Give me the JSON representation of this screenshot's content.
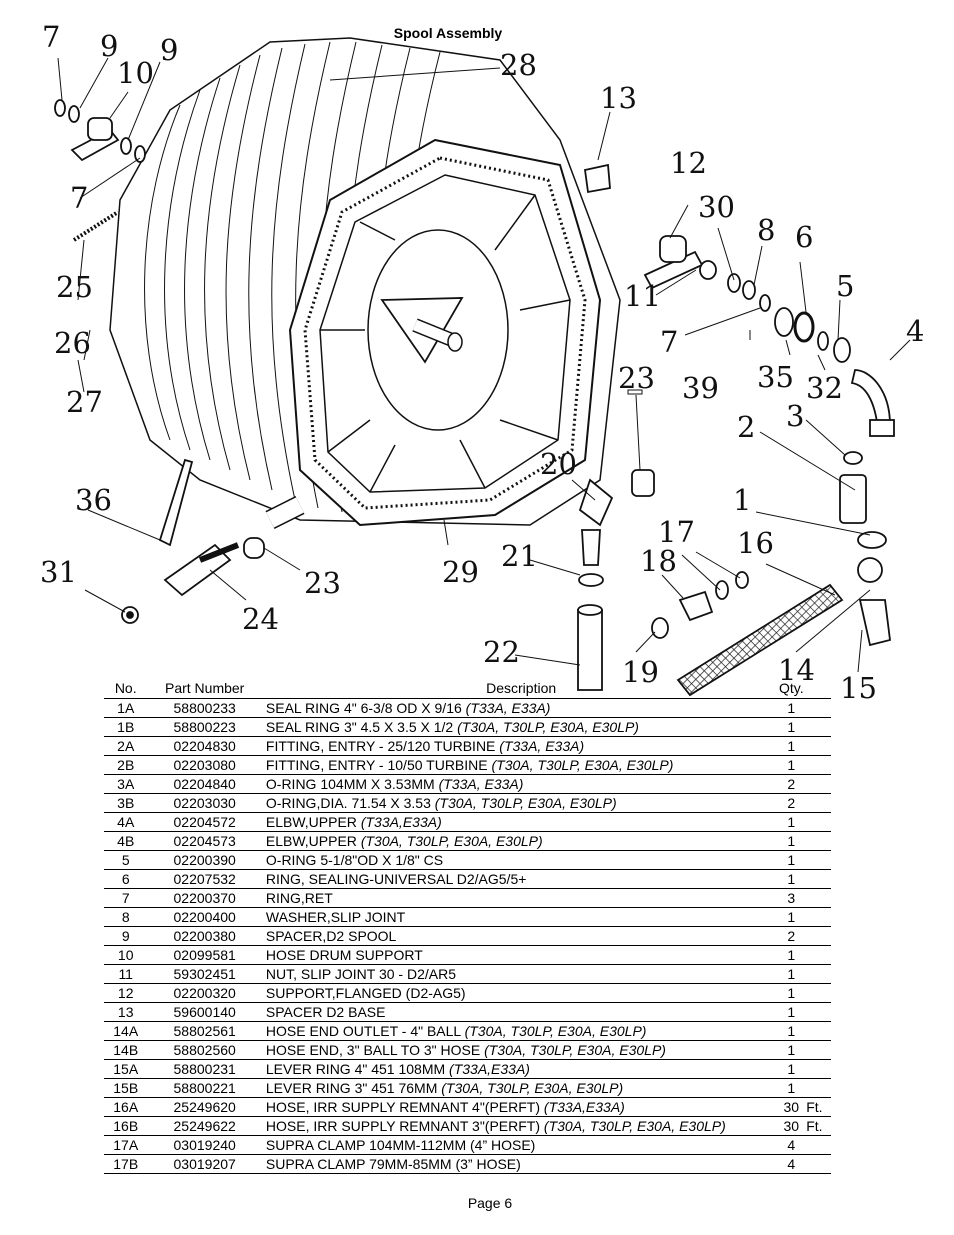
{
  "title": "Spool Assembly",
  "callouts": [
    "7",
    "9",
    "10",
    "9",
    "28",
    "13",
    "12",
    "30",
    "8",
    "6",
    "5",
    "4",
    "11",
    "7",
    "39",
    "35",
    "32",
    "7",
    "25",
    "26",
    "27",
    "23",
    "2",
    "3",
    "36",
    "20",
    "1",
    "17",
    "16",
    "18",
    "21",
    "31",
    "24",
    "23",
    "29",
    "22",
    "19",
    "14",
    "15"
  ],
  "table": {
    "headers": {
      "no": "No.",
      "part": "Part Number",
      "desc": "Description",
      "qty": "Qty."
    },
    "rows": [
      {
        "no": "1A",
        "part": "58800233",
        "desc": "SEAL RING 4\"  6-3/8 OD X 9/16 ",
        "note": "(T33A, E33A)",
        "qty": "1",
        "unit": ""
      },
      {
        "no": "1B",
        "part": "58800223",
        "desc": "SEAL RING 3\"  4.5 X 3.5 X 1/2 ",
        "note": "(T30A, T30LP, E30A, E30LP)",
        "qty": "1",
        "unit": ""
      },
      {
        "no": "2A",
        "part": "02204830",
        "desc": "FITTING, ENTRY - 25/120 TURBINE ",
        "note": "(T33A, E33A)",
        "qty": "1",
        "unit": ""
      },
      {
        "no": "2B",
        "part": "02203080",
        "desc": "FITTING, ENTRY - 10/50 TURBINE ",
        "note": "(T30A, T30LP, E30A, E30LP)",
        "qty": "1",
        "unit": ""
      },
      {
        "no": "3A",
        "part": "02204840",
        "desc": "O-RING 104MM X 3.53MM ",
        "note": "(T33A, E33A)",
        "qty": "2",
        "unit": ""
      },
      {
        "no": "3B",
        "part": "02203030",
        "desc": "O-RING,DIA. 71.54 X 3.53 ",
        "note": "(T30A, T30LP, E30A, E30LP)",
        "qty": "2",
        "unit": ""
      },
      {
        "no": "4A",
        "part": "02204572",
        "desc": "ELBW,UPPER ",
        "note": "(T33A,E33A)",
        "qty": "1",
        "unit": ""
      },
      {
        "no": "4B",
        "part": "02204573",
        "desc": "ELBW,UPPER ",
        "note": "(T30A, T30LP, E30A, E30LP)",
        "qty": "1",
        "unit": ""
      },
      {
        "no": "5",
        "part": "02200390",
        "desc": "O-RING 5-1/8\"OD X 1/8\" CS",
        "note": "",
        "qty": "1",
        "unit": ""
      },
      {
        "no": "6",
        "part": "02207532",
        "desc": "RING, SEALING-UNIVERSAL D2/AG5/5+",
        "note": "",
        "qty": "1",
        "unit": ""
      },
      {
        "no": "7",
        "part": "02200370",
        "desc": "RING,RET",
        "note": "",
        "qty": "3",
        "unit": ""
      },
      {
        "no": "8",
        "part": "02200400",
        "desc": "WASHER,SLIP JOINT",
        "note": "",
        "qty": "1",
        "unit": ""
      },
      {
        "no": "9",
        "part": "02200380",
        "desc": "SPACER,D2 SPOOL",
        "note": "",
        "qty": "2",
        "unit": ""
      },
      {
        "no": "10",
        "part": "02099581",
        "desc": "HOSE DRUM SUPPORT",
        "note": "",
        "qty": "1",
        "unit": ""
      },
      {
        "no": "11",
        "part": "59302451",
        "desc": "NUT, SLIP JOINT 30 - D2/AR5",
        "note": "",
        "qty": "1",
        "unit": ""
      },
      {
        "no": "12",
        "part": "02200320",
        "desc": "SUPPORT,FLANGED  (D2-AG5)",
        "note": "",
        "qty": "1",
        "unit": ""
      },
      {
        "no": "13",
        "part": "59600140",
        "desc": "SPACER D2 BASE",
        "note": "",
        "qty": "1",
        "unit": ""
      },
      {
        "no": "14A",
        "part": "58802561",
        "desc": "HOSE END OUTLET - 4\" BALL ",
        "note": "(T30A, T30LP, E30A, E30LP)",
        "qty": "1",
        "unit": ""
      },
      {
        "no": "14B",
        "part": "58802560",
        "desc": "HOSE END, 3\" BALL TO 3\" HOSE ",
        "note": "(T30A, T30LP, E30A, E30LP)",
        "qty": "1",
        "unit": ""
      },
      {
        "no": "15A",
        "part": "58800231",
        "desc": "LEVER RING 4\"  451  108MM ",
        "note": "(T33A,E33A)",
        "qty": "1",
        "unit": ""
      },
      {
        "no": "15B",
        "part": "58800221",
        "desc": "LEVER RING 3\"  451  76MM ",
        "note": "(T30A, T30LP, E30A, E30LP)",
        "qty": "1",
        "unit": ""
      },
      {
        "no": "16A",
        "part": "25249620",
        "desc": "HOSE, IRR SUPPLY REMNANT 4\"(PERFT) ",
        "note": "(T33A,E33A)",
        "qty": "30",
        "unit": "Ft."
      },
      {
        "no": "16B",
        "part": "25249622",
        "desc": "HOSE, IRR SUPPLY REMNANT 3\"(PERFT) ",
        "note": "(T30A, T30LP, E30A, E30LP)",
        "qty": "30",
        "unit": "Ft."
      },
      {
        "no": "17A",
        "part": "03019240",
        "desc": " SUPRA CLAMP 104MM-112MM (4” HOSE)",
        "note": "",
        "qty": "4",
        "unit": ""
      },
      {
        "no": "17B",
        "part": "03019207",
        "desc": " SUPRA CLAMP 79MM-85MM (3” HOSE)",
        "note": "",
        "qty": "4",
        "unit": ""
      }
    ]
  },
  "page_number": "Page 6"
}
